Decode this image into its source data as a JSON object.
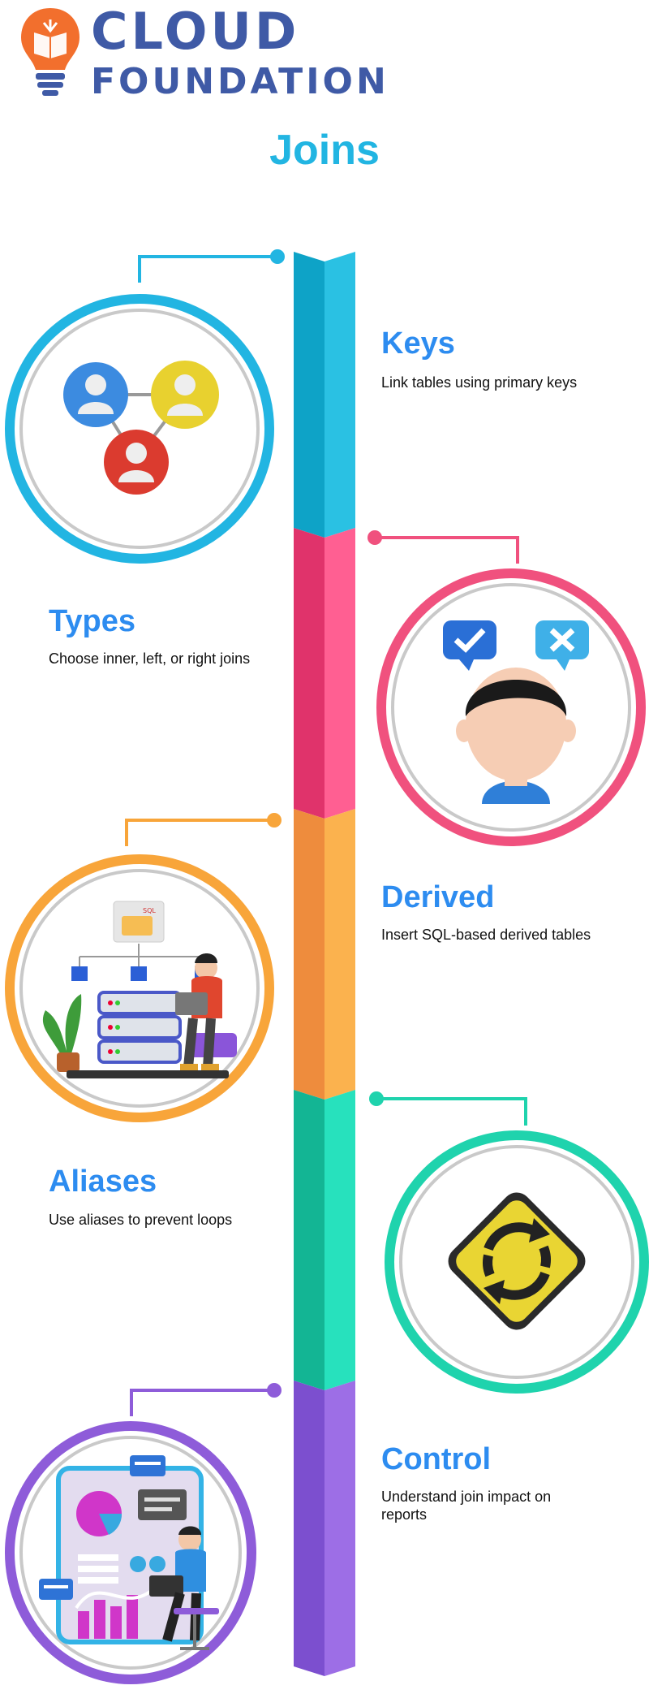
{
  "brand": {
    "line1": "CLOUD",
    "line2": "FOUNDATION",
    "logo_icon": "lightbulb-book-icon",
    "colors": {
      "text": "#3f5aa6",
      "bulb": "#f26f2d"
    }
  },
  "title": "Joins",
  "timeline": [
    {
      "title": "Keys",
      "desc": "Link tables using primary keys",
      "color": "#28b9df",
      "icon": "connected-users-icon"
    },
    {
      "title": "Types",
      "desc": "Choose inner, left, or right joins",
      "color": "#f0517e",
      "icon": "person-choice-icon"
    },
    {
      "title": "Derived",
      "desc": "Insert SQL-based derived tables",
      "color": "#f8a53a",
      "icon": "sql-database-icon"
    },
    {
      "title": "Aliases",
      "desc": "Use aliases to prevent loops",
      "color": "#1fd3ad",
      "icon": "roundabout-sign-icon"
    },
    {
      "title": "Control",
      "desc": "Understand join impact on reports",
      "color": "#8e5cd9",
      "icon": "analytics-dashboard-icon"
    }
  ]
}
